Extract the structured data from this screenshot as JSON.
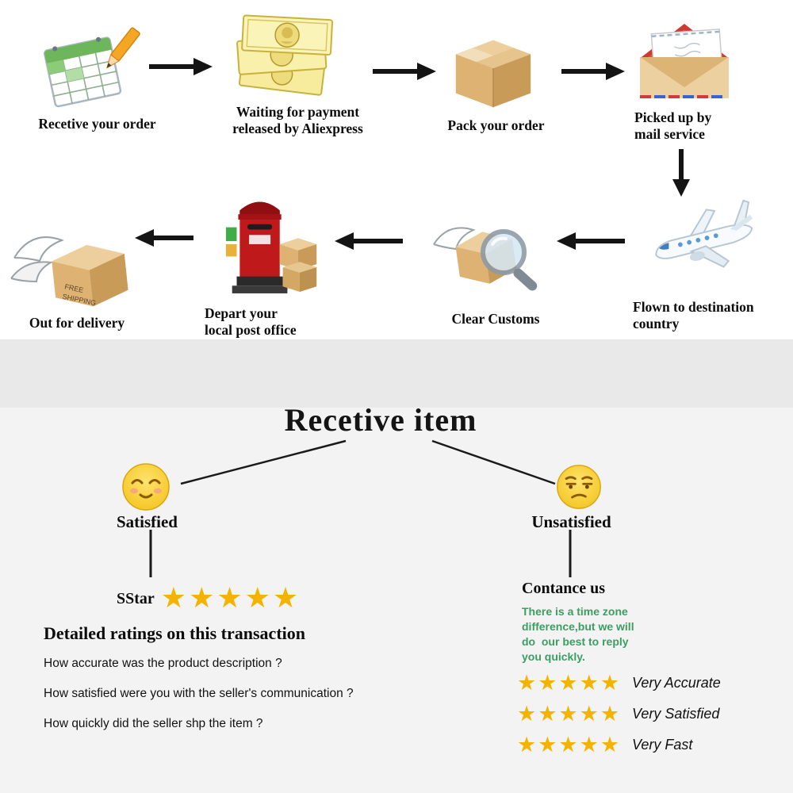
{
  "colors": {
    "star_gold": "#F5B301",
    "note_green": "#3B9E63",
    "postbox_red": "#C0191C",
    "band_gray": "#E9E9E9"
  },
  "flow": {
    "top_steps": [
      {
        "icon": "order-notepad-icon",
        "label": "Recetive your order"
      },
      {
        "icon": "payment-money-icon",
        "label": "Waiting for payment\nreleased by Aliexpress"
      },
      {
        "icon": "package-box-icon",
        "label": "Pack your order"
      },
      {
        "icon": "mail-envelope-icon",
        "label": "Picked up by\nmail service"
      }
    ],
    "bottom_steps": [
      {
        "icon": "winged-parcel-icon",
        "label": "Out for delivery"
      },
      {
        "icon": "post-office-box-icon",
        "label": "Depart your\nlocal post office"
      },
      {
        "icon": "customs-inspection-icon",
        "label": "Clear Customs"
      },
      {
        "icon": "airplane-icon",
        "label": "Flown to destination\ncountry"
      }
    ],
    "parcel_stamp": {
      "line1": "FREE",
      "line2": "SHIPPING"
    }
  },
  "receive": {
    "title": "Recetive item",
    "satisfied": {
      "icon": "satisfied-emoji-icon",
      "label": "Satisfied",
      "stars_caption": "SStar",
      "stars": "★★★★★"
    },
    "unsatisfied": {
      "icon": "unsatisfied-emoji-icon",
      "label": "Unsatisfied",
      "contact_title": "Contance us",
      "note": "There is a time zone\ndifference,but we will\ndo  our best to reply\nyou quickly."
    },
    "ratings": {
      "title": "Detailed ratings on this transaction",
      "questions": [
        "How accurate was the product description ?",
        "How satisfied were you with the seller's communication ?",
        "How quickly did the seller shp the item ?"
      ],
      "rows": [
        {
          "stars": "★★★★★",
          "label": "Very Accurate"
        },
        {
          "stars": "★★★★★",
          "label": "Very Satisfied"
        },
        {
          "stars": "★★★★★",
          "label": "Very Fast"
        }
      ]
    }
  }
}
